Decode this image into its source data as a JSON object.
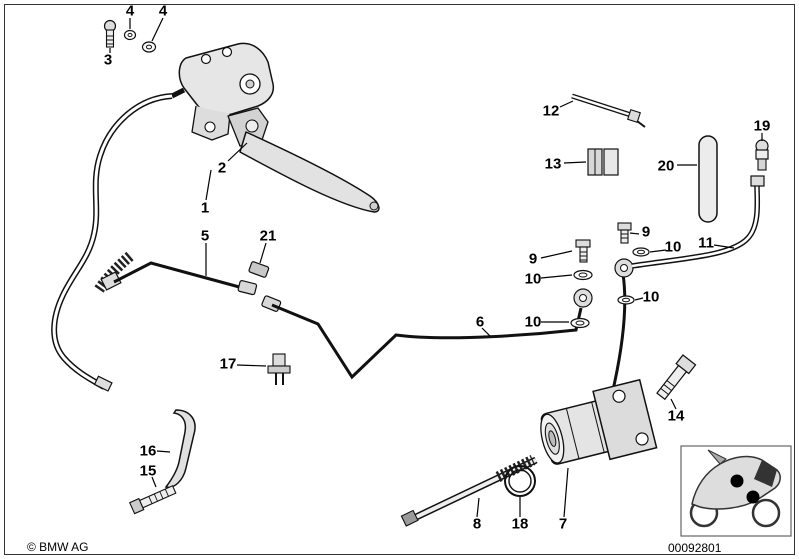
{
  "diagram": {
    "copyright": "© BMW AG",
    "drawing_number": "00092801",
    "colors": {
      "line": "#111111",
      "background": "#ffffff",
      "fill_light": "#e6e6e6"
    },
    "icons": {
      "locator": "motorcycle-icon"
    },
    "callouts": [
      {
        "label": "4"
      },
      {
        "label": "4"
      },
      {
        "label": "3"
      },
      {
        "label": "2"
      },
      {
        "label": "1"
      },
      {
        "label": "5"
      },
      {
        "label": "21"
      },
      {
        "label": "12"
      },
      {
        "label": "13"
      },
      {
        "label": "20"
      },
      {
        "label": "19"
      },
      {
        "label": "9"
      },
      {
        "label": "10"
      },
      {
        "label": "11"
      },
      {
        "label": "9"
      },
      {
        "label": "10"
      },
      {
        "label": "10"
      },
      {
        "label": "6"
      },
      {
        "label": "10"
      },
      {
        "label": "17"
      },
      {
        "label": "14"
      },
      {
        "label": "16"
      },
      {
        "label": "15"
      },
      {
        "label": "8"
      },
      {
        "label": "18"
      },
      {
        "label": "7"
      }
    ]
  }
}
